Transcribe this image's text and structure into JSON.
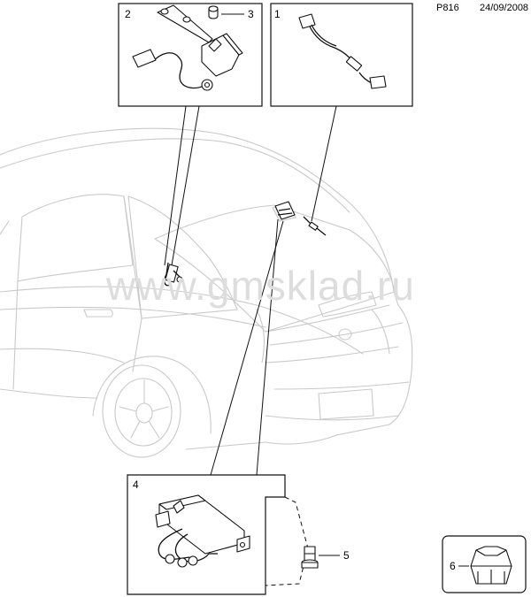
{
  "header": {
    "page_code": "P816",
    "date": "24/09/2008"
  },
  "watermark": "www.gmsklad.ru",
  "callouts": {
    "c1": "1",
    "c2": "2",
    "c3": "3",
    "c4": "4",
    "c5": "5",
    "c6": "6"
  }
}
